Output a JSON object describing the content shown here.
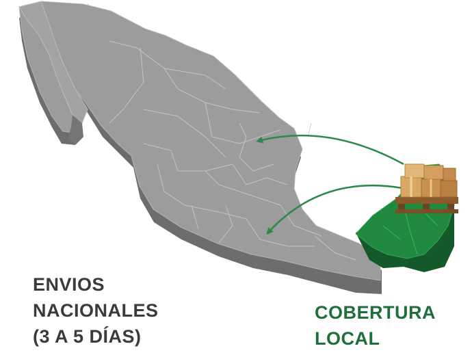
{
  "national": {
    "lines": [
      "ENVIOS",
      "NACIONALES",
      "(3 A 5 DÍAS)"
    ]
  },
  "local": {
    "lines": [
      "COBERTURA",
      "LOCAL"
    ]
  },
  "colors": {
    "country_fill": "#9c9c9c",
    "country_side": "#6d6d6d",
    "local_region": "#21893f",
    "local_region_side": "#14592a",
    "arrow": "#2c8a48",
    "national_text": "#3b3b3b",
    "local_text": "#1e6f3a"
  },
  "icons": {
    "pallet": "pallet-boxes-icon",
    "arrows": "curved-arrow-icon"
  }
}
